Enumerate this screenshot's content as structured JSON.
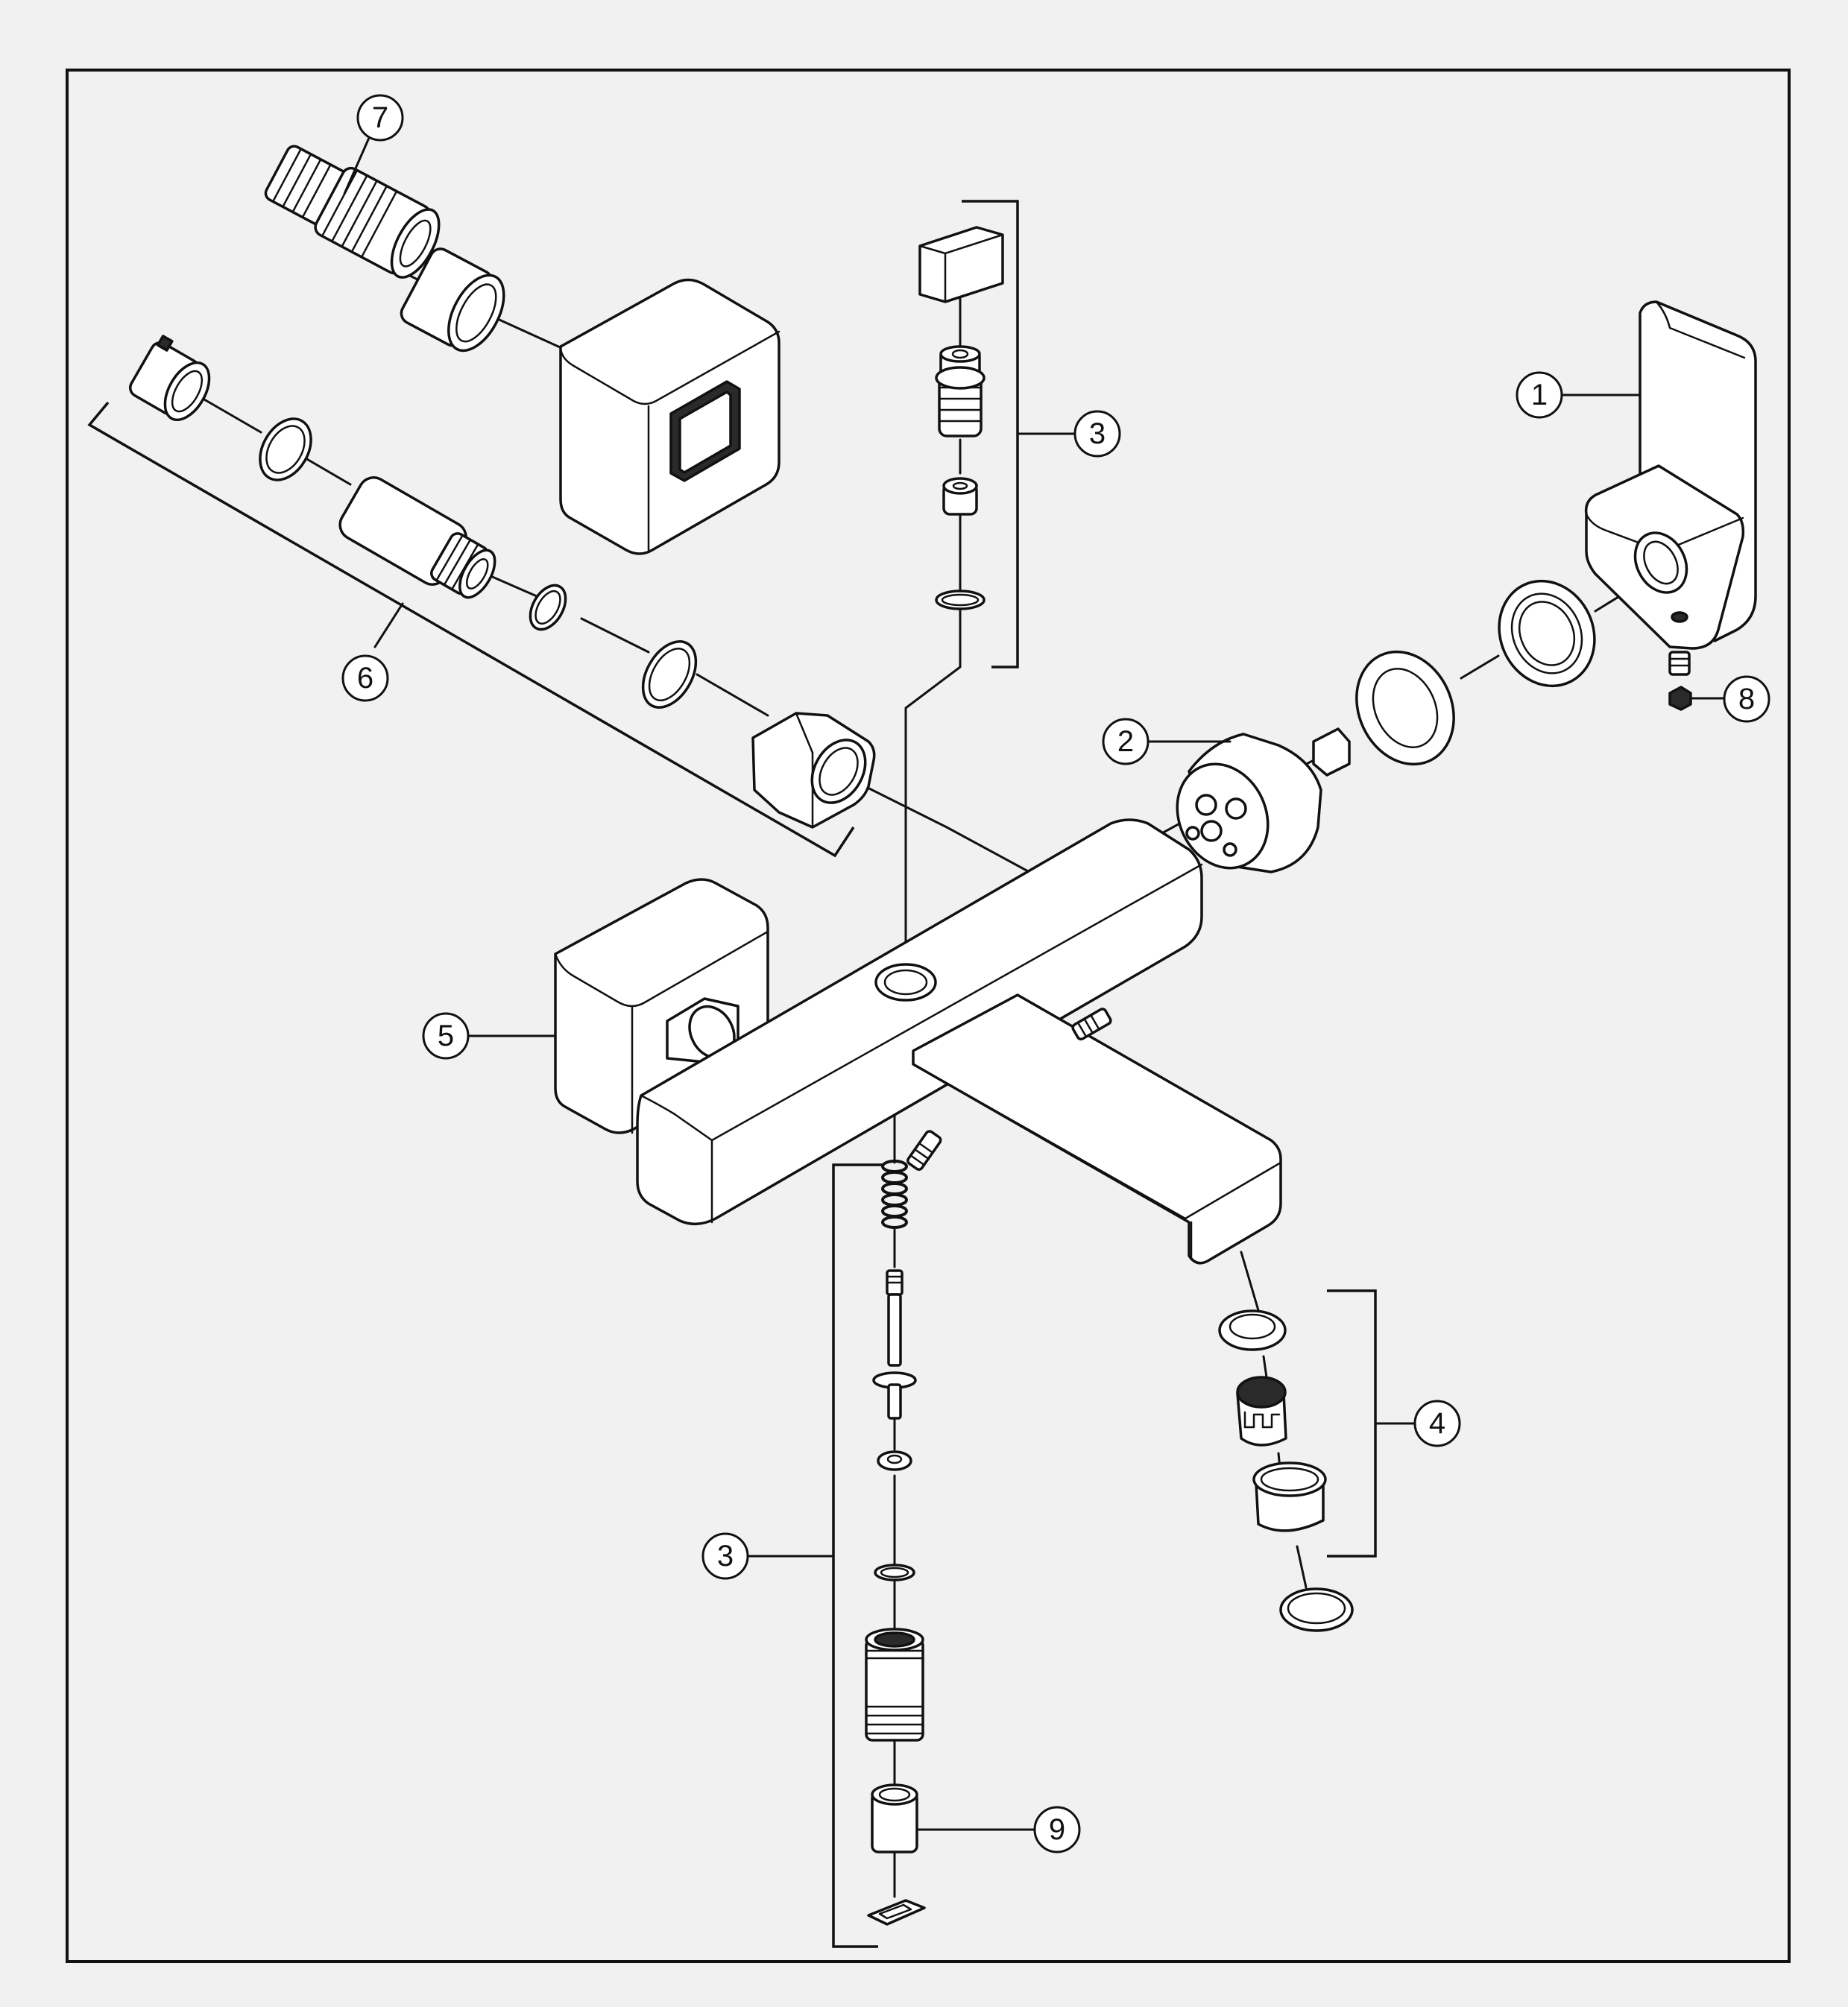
{
  "diagram": {
    "callouts": [
      {
        "id": "c1",
        "label": "1"
      },
      {
        "id": "c2",
        "label": "2"
      },
      {
        "id": "c3a",
        "label": "3"
      },
      {
        "id": "c3b",
        "label": "3"
      },
      {
        "id": "c4",
        "label": "4"
      },
      {
        "id": "c5",
        "label": "5"
      },
      {
        "id": "c6",
        "label": "6"
      },
      {
        "id": "c7",
        "label": "7"
      },
      {
        "id": "c8",
        "label": "8"
      },
      {
        "id": "c9",
        "label": "9"
      }
    ],
    "colors": {
      "background": "#f1f1f1",
      "ink": "#111111",
      "part_fill": "#ffffff"
    }
  }
}
